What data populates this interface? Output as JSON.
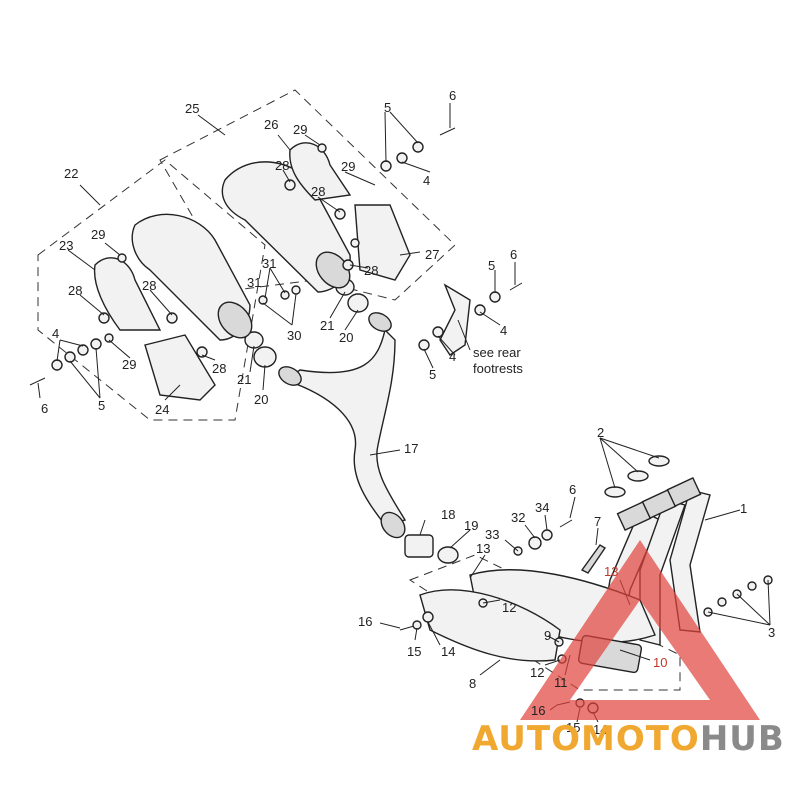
{
  "labels": [
    "1",
    "2",
    "3",
    "4",
    "5",
    "6",
    "7",
    "8",
    "9",
    "10",
    "11",
    "12",
    "13",
    "14",
    "15",
    "16",
    "17",
    "18",
    "19",
    "20",
    "21",
    "22",
    "23",
    "24",
    "25",
    "26",
    "27",
    "28",
    "29",
    "30",
    "31",
    "32",
    "33",
    "34"
  ],
  "notes": {
    "rear_footrests": [
      "see rear",
      "footrests"
    ]
  },
  "watermark": {
    "part1": "AUTO",
    "part2": "MOTO",
    "part3": "HUB",
    "color_orange": "#f0a830",
    "color_gray": "#8a8a8a",
    "color_red": "#e0413c"
  }
}
